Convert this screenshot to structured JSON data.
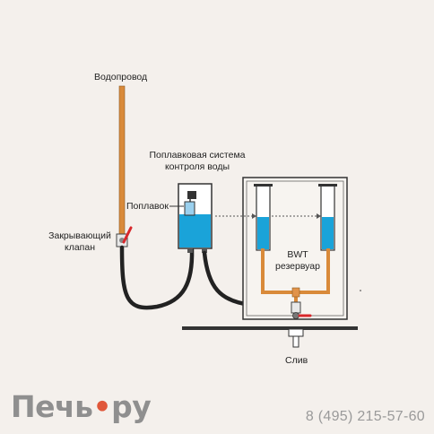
{
  "labels": {
    "water_supply": "Водопровод",
    "float_system_line1": "Поплавковая система",
    "float_system_line2": "контроля воды",
    "float": "Поплавок",
    "shutoff_valve_line1": "Закрывающий",
    "shutoff_valve_line2": "клапан",
    "bwt_line1": "BWT",
    "bwt_line2": "резервуар",
    "drain": "Слив"
  },
  "branding": {
    "logo_part1": "Печь",
    "logo_dot": "•",
    "logo_part2": "ру",
    "phone": "8 (495) 215-57-60"
  },
  "colors": {
    "background": "#f4f0ec",
    "pipe_orange": "#d98a3a",
    "water_blue": "#1aa3d9",
    "hose": "#222222",
    "valve_red": "#d8272b",
    "frame": "#333333"
  }
}
